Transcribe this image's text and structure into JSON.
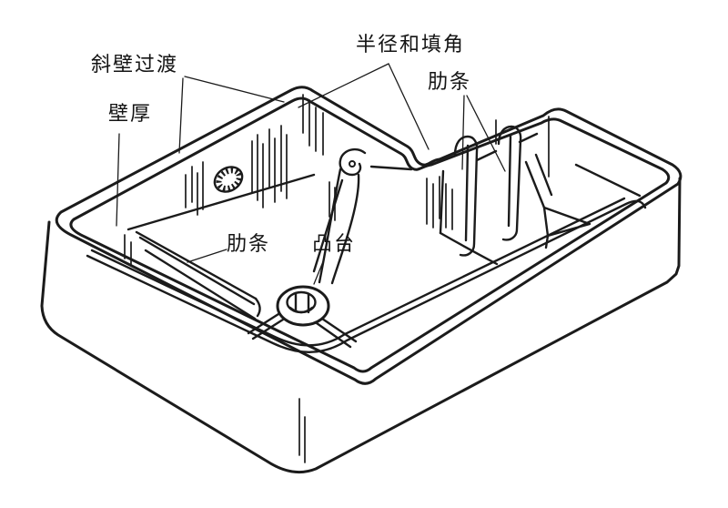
{
  "figure": {
    "kind": "engineering-line-drawing",
    "description_labels_visible_only": true,
    "colors": {
      "line": "#1b1b1b",
      "background": "#ffffff"
    }
  },
  "labels": {
    "sloped_wall_transition": {
      "text": "斜壁过渡"
    },
    "wall_thickness": {
      "text": "壁厚"
    },
    "radius_and_fillet": {
      "text": "半径和填角"
    },
    "rib_right": {
      "text": "肋条"
    },
    "rib_middle": {
      "text": "肋条"
    },
    "boss": {
      "text": "凸台"
    }
  },
  "features": {
    "box_casting": "open rectangular cast housing shown in isometric view",
    "callout_count": 6
  }
}
